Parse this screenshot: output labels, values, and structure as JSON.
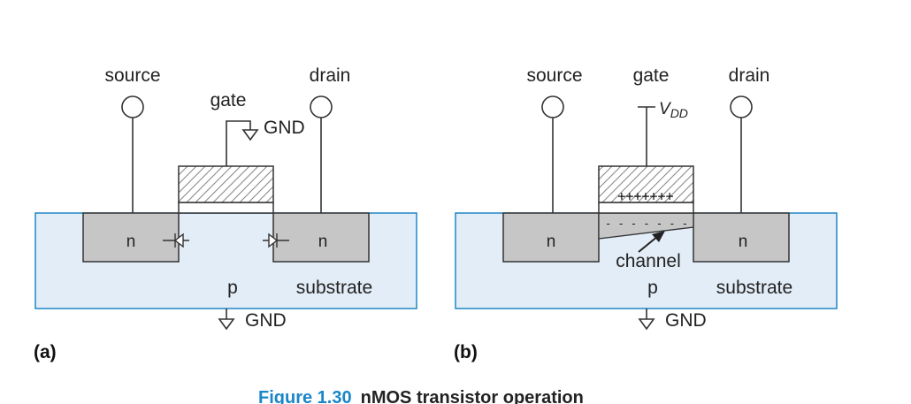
{
  "panel_a": {
    "tag": "(a)",
    "source_label": "source",
    "drain_label": "drain",
    "gate_label": "gate",
    "gate_ground_label": "GND",
    "n_left_label": "n",
    "n_right_label": "n",
    "p_label": "p",
    "substrate_label": "substrate",
    "ground_label": "GND"
  },
  "panel_b": {
    "tag": "(b)",
    "source_label": "source",
    "gate_label": "gate",
    "drain_label": "drain",
    "supply_label": "V",
    "supply_subscript": "DD",
    "plus_charges": "+++++++",
    "minus_charges": "- - - - - - -",
    "channel_label": "channel",
    "n_left_label": "n",
    "n_right_label": "n",
    "p_label": "p",
    "substrate_label": "substrate",
    "ground_label": "GND"
  },
  "caption": {
    "number": "Figure 1.30",
    "text": "nMOS transistor operation"
  },
  "colors": {
    "substrate_fill": "#e3edf7",
    "substrate_border": "#1f86c6",
    "diffusion_fill": "#c6c6c6",
    "caption_accent": "#1a86c8"
  }
}
